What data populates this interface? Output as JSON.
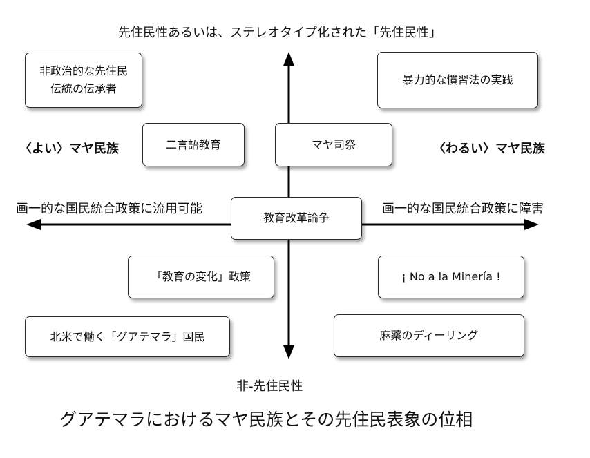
{
  "axis_labels": {
    "top": "先住民性あるいは、ステレオタイプ化された「先住民性」",
    "bottom": "非-先住民性",
    "left": "画一的な国民統合政策に流用可能",
    "right": "画一的な国民統合政策に障害"
  },
  "quadrant_labels": {
    "left": "〈よい〉マヤ民族",
    "right": "〈わるい〉マヤ民族"
  },
  "boxes": {
    "top_left": [
      "非政治的な先住民",
      "伝統の伝承者"
    ],
    "top_right": "暴力的な慣習法の実践",
    "bilingual_education": "二言語教育",
    "maya_priest": "マヤ司祭",
    "center": "教育改革論争",
    "education_change_policy": "「教育の変化」政策",
    "no_mining": "¡ No a la Minería !",
    "north_america": "北米で働く「グアテマラ」国民",
    "drug_dealing": "麻薬のディーリング"
  },
  "title": "グアテマラにおけるマヤ民族とその先住民表象の位相"
}
